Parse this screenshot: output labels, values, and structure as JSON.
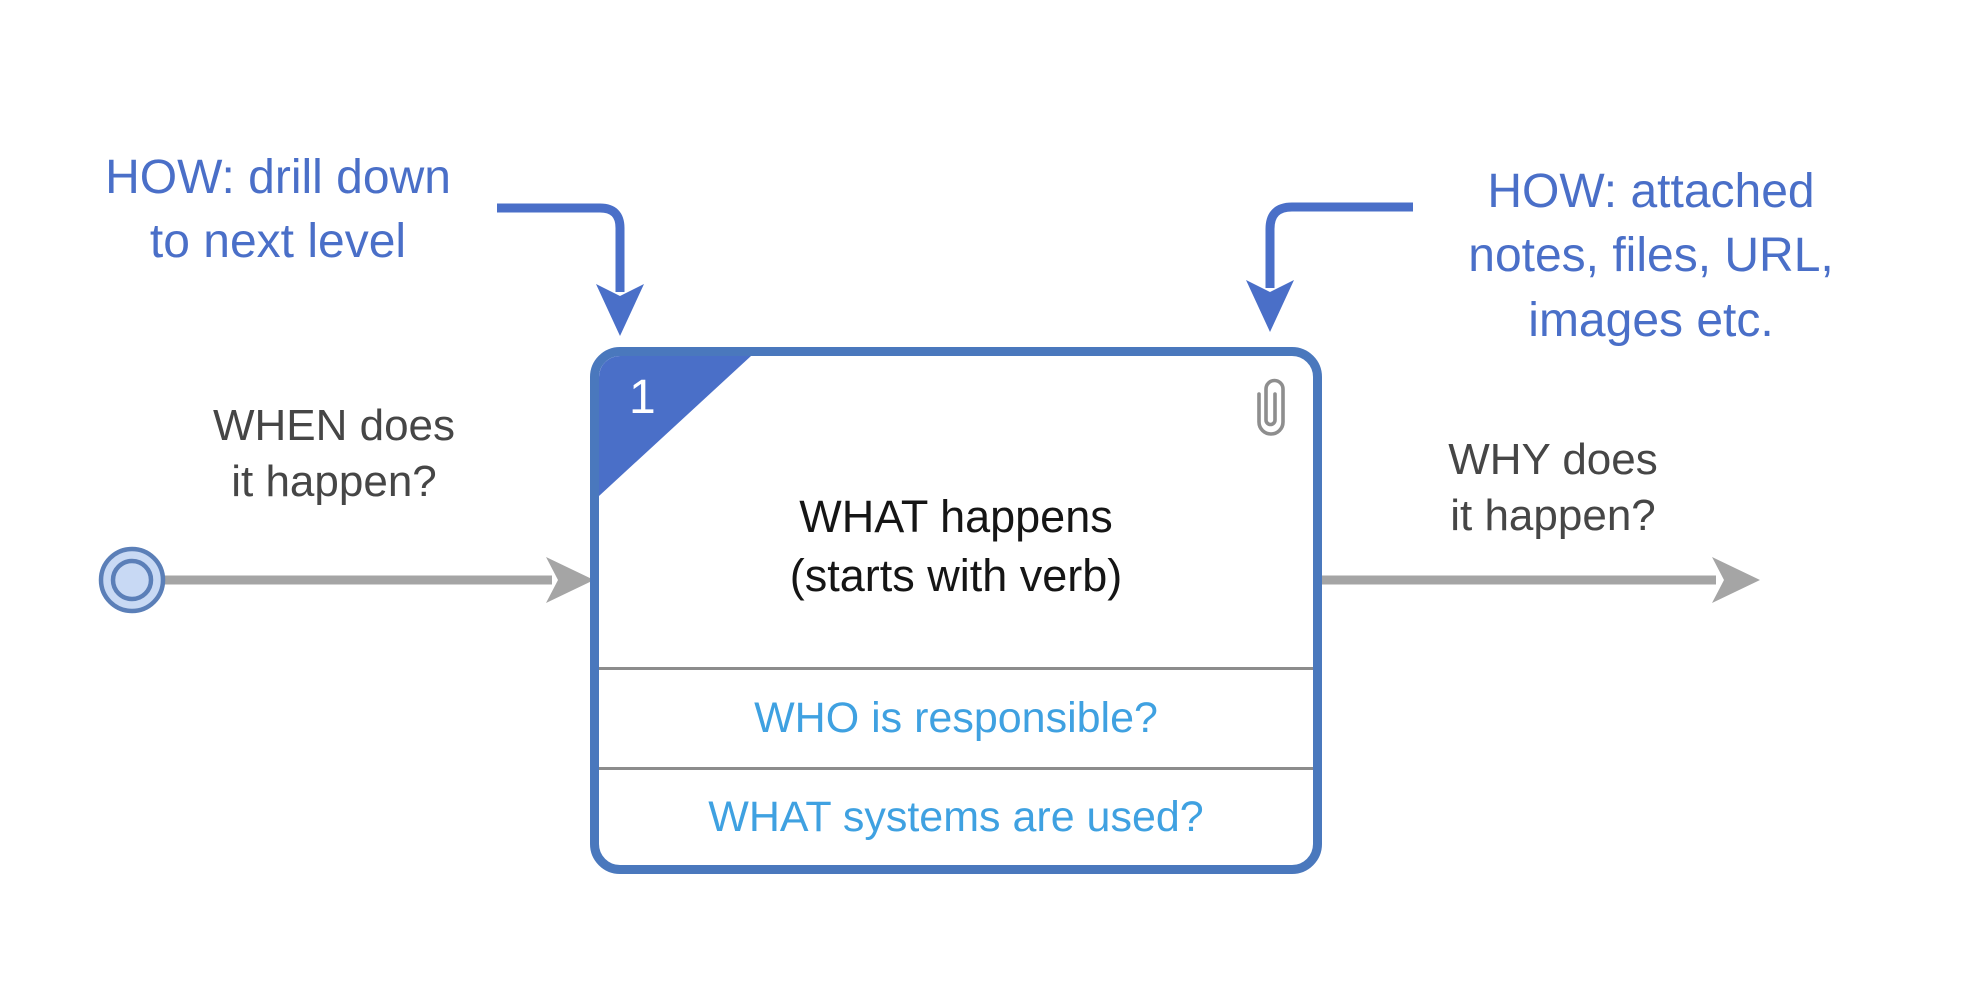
{
  "colors": {
    "annotation_blue": "#4a6fc8",
    "box_border_blue": "#4a78bd",
    "row_text_blue": "#3fa1e1",
    "grey_text": "#464646",
    "title_black": "#151515",
    "grey_arrow": "#a5a5a5",
    "divider_grey": "#8c8c8c",
    "paperclip_grey": "#8e8e8e",
    "node_fill": "#c8d9f4",
    "node_ring": "#5b7fb8",
    "badge_number_white": "#ffffff"
  },
  "annotations": {
    "drill_down": "HOW: drill down\nto next level",
    "attachments": "HOW: attached\nnotes, files, URL,\nimages etc.",
    "when": "WHEN does\nit happen?",
    "why": "WHY does\nit happen?"
  },
  "box": {
    "number": "1",
    "title": "WHAT happens\n(starts with verb)",
    "rows": [
      {
        "label": "WHO is responsible?"
      },
      {
        "label": "WHAT systems are used?"
      }
    ]
  },
  "icons": {
    "paperclip": "paperclip-icon",
    "corner_badge": "drill-down-corner-badge",
    "start_node": "start-node-circle"
  }
}
